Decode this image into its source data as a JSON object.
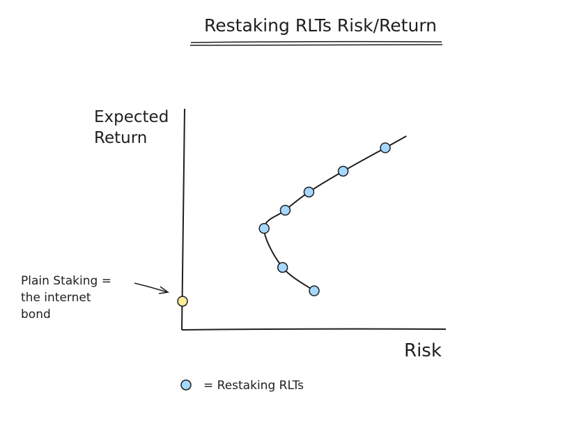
{
  "chart_data": {
    "type": "scatter",
    "title": "Restaking RLTs Risk/Return",
    "xlabel": "Risk",
    "ylabel": "Expected Return",
    "grid": false,
    "series": [
      {
        "name": "Restaking RLTs",
        "color": "#a5d8ff",
        "connected": true,
        "points": [
          {
            "x": 50,
            "y": 15
          },
          {
            "x": 38,
            "y": 24
          },
          {
            "x": 31,
            "y": 39
          },
          {
            "x": 39,
            "y": 46
          },
          {
            "x": 48,
            "y": 53
          },
          {
            "x": 61,
            "y": 61
          },
          {
            "x": 77,
            "y": 70
          }
        ]
      },
      {
        "name": "Plain Staking",
        "color": "#ffec99",
        "connected": false,
        "points": [
          {
            "x": 0,
            "y": 11
          }
        ]
      }
    ],
    "annotation": {
      "lines": [
        "Plain Staking =",
        "the internet",
        "bond"
      ]
    },
    "legend": {
      "placement": "bottom-left",
      "label": "= Restaking RLTs"
    },
    "xlim": [
      0,
      100
    ],
    "ylim": [
      0,
      85
    ]
  }
}
